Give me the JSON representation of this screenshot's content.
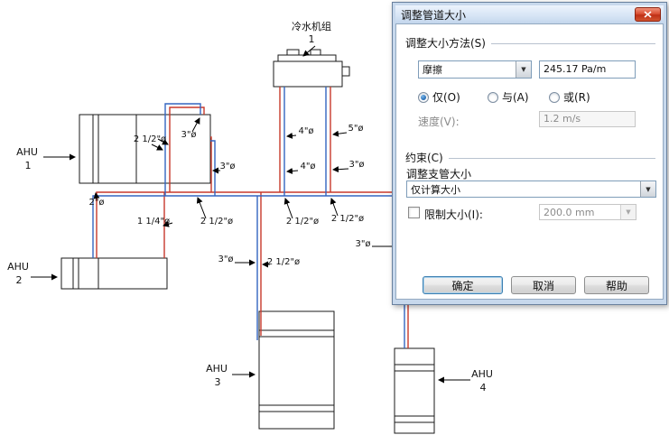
{
  "colors": {
    "pipe_supply_blue": "#3465c0",
    "pipe_return_red": "#c8392b",
    "titlebar_blue": "#d6e4f5",
    "close_button_red": "#bf3016"
  },
  "icons": {
    "chevron_down": "▼"
  },
  "diagram": {
    "chiller": {
      "label": "冷水机组",
      "number": "1"
    },
    "units": [
      {
        "label": "AHU",
        "number": "1"
      },
      {
        "label": "AHU",
        "number": "2"
      },
      {
        "label": "AHU",
        "number": "3"
      },
      {
        "label": "AHU",
        "number": "4"
      }
    ],
    "pipe_labels": [
      "2 1/2\"ø",
      "3\"ø",
      "4\"ø",
      "5\"ø",
      "3\"ø",
      "4\"ø",
      "3\"ø",
      "2\"ø",
      "1 1/4\"ø",
      "2 1/2\"ø",
      "2 1/2\"ø",
      "2 1/2\"ø",
      "3\"ø",
      "3\"ø",
      "2 1/2\"ø"
    ]
  },
  "dialog": {
    "title": "调整管道大小",
    "sizing_group": {
      "legend": "调整大小方法(S)",
      "method_value": "摩擦",
      "friction_value": "245.17 Pa/m",
      "radio_only": "仅(O)",
      "radio_and": "与(A)",
      "radio_or": "或(R)",
      "velocity_label": "速度(V):",
      "velocity_value": "1.2 m/s"
    },
    "constraint_group": {
      "legend": "约束(C)",
      "branch_label": "调整支管大小",
      "branch_value": "仅计算大小",
      "limit_label": "限制大小(I):",
      "limit_value": "200.0 mm"
    },
    "buttons": {
      "ok": "确定",
      "cancel": "取消",
      "help": "帮助"
    }
  }
}
